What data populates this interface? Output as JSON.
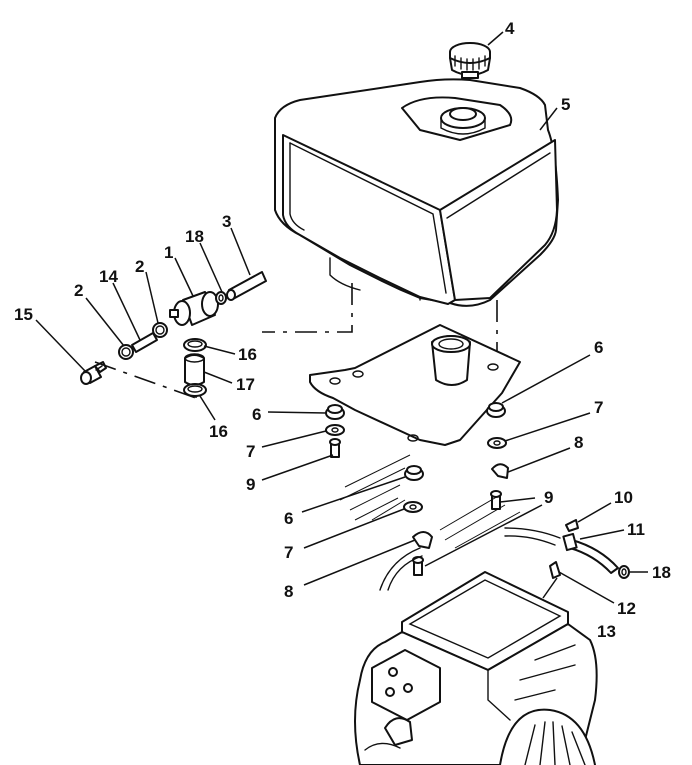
{
  "callouts": {
    "c1": "1",
    "c2a": "2",
    "c2b": "2",
    "c3": "3",
    "c4": "4",
    "c5": "5",
    "c6a": "6",
    "c6b": "6",
    "c6c": "6",
    "c7a": "7",
    "c7b": "7",
    "c7c": "7",
    "c8a": "8",
    "c8b": "8",
    "c9a": "9",
    "c9b": "9",
    "c10": "10",
    "c11": "11",
    "c12": "12",
    "c13": "13",
    "c14": "14",
    "c15": "15",
    "c16a": "16",
    "c16b": "16",
    "c17": "17",
    "c18a": "18",
    "c18b": "18"
  },
  "colors": {
    "ink": "#111111",
    "paper": "#ffffff"
  }
}
